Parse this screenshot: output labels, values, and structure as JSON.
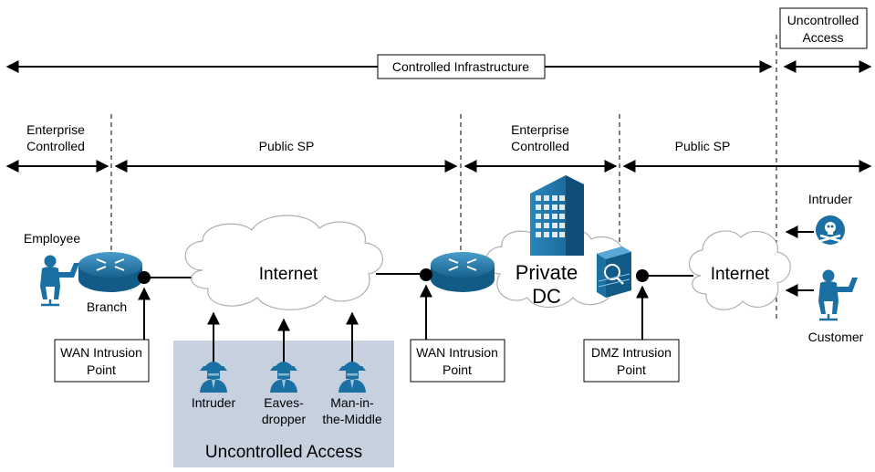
{
  "top": {
    "controlled_infrastructure": "Controlled Infrastructure",
    "uncontrolled_access_line1": "Uncontrolled",
    "uncontrolled_access_line2": "Access"
  },
  "zones": {
    "branch_zone_line1": "Enterprise",
    "branch_zone_line2": "Controlled",
    "public_sp_1": "Public SP",
    "dc_zone_line1": "Enterprise",
    "dc_zone_line2": "Controlled",
    "public_sp_2": "Public SP"
  },
  "nodes": {
    "employee": "Employee",
    "branch": "Branch",
    "internet_1": "Internet",
    "private_dc_line1": "Private",
    "private_dc_line2": "DC",
    "internet_2": "Internet",
    "intruder_right": "Intruder",
    "customer": "Customer"
  },
  "intrusion_points": {
    "wan1_line1": "WAN Intrusion",
    "wan1_line2": "Point",
    "wan2_line1": "WAN Intrusion",
    "wan2_line2": "Point",
    "dmz_line1": "DMZ Intrusion",
    "dmz_line2": "Point"
  },
  "threats": {
    "intruder": "Intruder",
    "eavesdropper_line1": "Eaves-",
    "eavesdropper_line2": "dropper",
    "mitm_line1": "Man-in-",
    "mitm_line2": "the-Middle",
    "uncontrolled_access": "Uncontrolled Access"
  },
  "colors": {
    "device_blue": "#1a6fa3",
    "threat_box": "#c6d0df",
    "line": "#000000"
  }
}
